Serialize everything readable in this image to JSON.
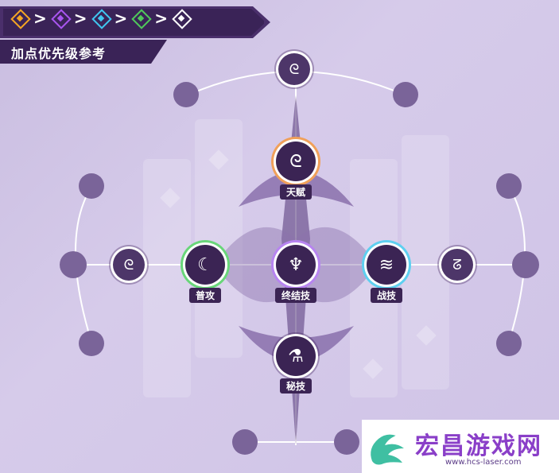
{
  "header": {
    "priority_colors": [
      {
        "color": "#f5a623",
        "name": "orange-diamond-icon"
      },
      {
        "color": "#a955f0",
        "name": "purple-diamond-icon"
      },
      {
        "color": "#3fc7ef",
        "name": "cyan-diamond-icon"
      },
      {
        "color": "#4fc95a",
        "name": "green-diamond-icon"
      },
      {
        "color": "#ffffff",
        "name": "white-diamond-icon"
      }
    ],
    "arrow": ">",
    "title": "加点优先级参考"
  },
  "tree": {
    "talent_label": "天赋",
    "basic_attack_label": "普攻",
    "ultimate_label": "终结技",
    "skill_label": "战技",
    "technique_label": "秘技"
  },
  "watermark": {
    "brand": "宏昌游戏网",
    "url": "www.hcs-laser.com"
  },
  "colors": {
    "background": "#cfc3e6",
    "node_fill": "#3b2454",
    "talent_ring": "#f0a05a",
    "basic_ring": "#69d67a",
    "skill_ring": "#5ed0f0",
    "ultimate_ring": "#b784f0"
  }
}
